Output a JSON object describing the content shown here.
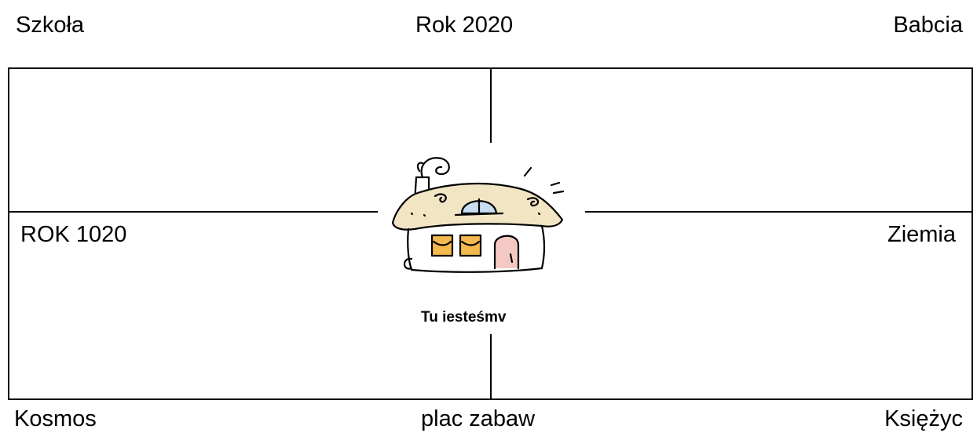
{
  "labels": {
    "top_left": "Szkoła",
    "top_center": "Rok 2020",
    "top_right": "Babcia",
    "middle_left": "ROK 1020",
    "middle_right": "Ziemia",
    "bottom_left": "Kosmos",
    "bottom_center": "plac zabaw",
    "bottom_right": "Księżyc"
  },
  "center": {
    "caption": "Tu iesteśmv",
    "icon": "house-icon"
  },
  "colors": {
    "roof_fill": "#f1e5c4",
    "window_fill": "#f4b94e",
    "door_fill": "#f4c9c4",
    "attic_window_fill": "#c9ddf3"
  }
}
